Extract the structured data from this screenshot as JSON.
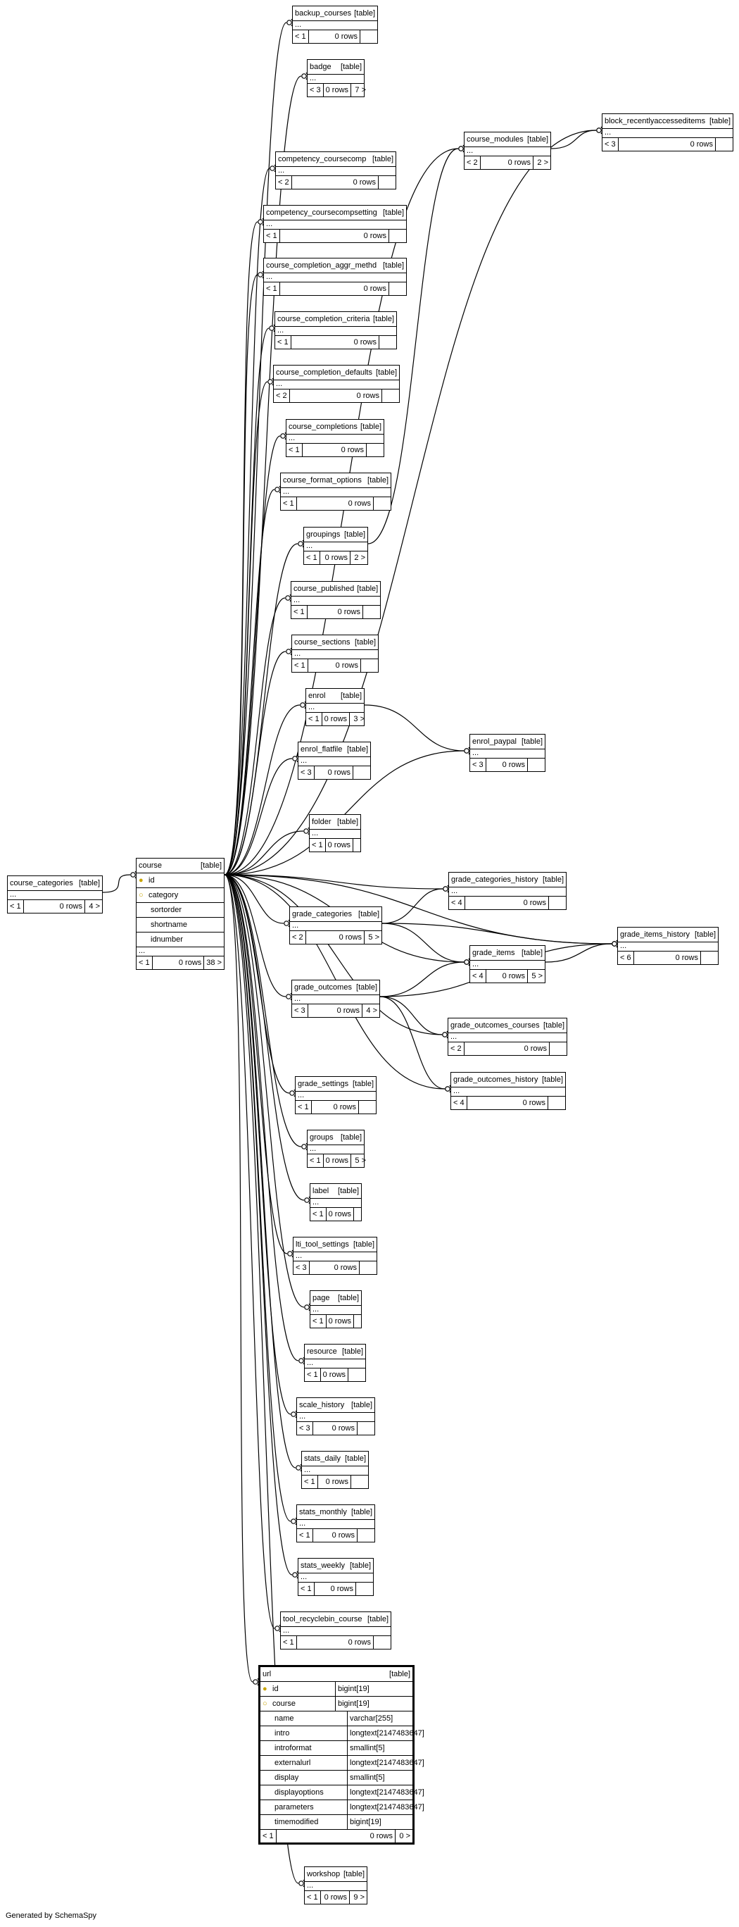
{
  "diagram": {
    "type_label": "[table]",
    "ellipsis": "...",
    "generated_by": "Generated by SchemaSpy",
    "tables": {
      "backup_courses": {
        "name": "backup_courses",
        "parents": "< 1",
        "rows": "0 rows",
        "children": ""
      },
      "badge": {
        "name": "badge",
        "parents": "< 3",
        "rows": "0 rows",
        "children": "7 >"
      },
      "block_recentlyaccesseditems": {
        "name": "block_recentlyaccesseditems",
        "parents": "< 3",
        "rows": "0 rows",
        "children": ""
      },
      "course_modules": {
        "name": "course_modules",
        "parents": "< 2",
        "rows": "0 rows",
        "children": "2 >"
      },
      "competency_coursecomp": {
        "name": "competency_coursecomp",
        "parents": "< 2",
        "rows": "0 rows",
        "children": ""
      },
      "competency_coursecompsetting": {
        "name": "competency_coursecompsetting",
        "parents": "< 1",
        "rows": "0 rows",
        "children": ""
      },
      "course_completion_aggr_methd": {
        "name": "course_completion_aggr_methd",
        "parents": "< 1",
        "rows": "0 rows",
        "children": ""
      },
      "course_completion_criteria": {
        "name": "course_completion_criteria",
        "parents": "< 1",
        "rows": "0 rows",
        "children": ""
      },
      "course_completion_defaults": {
        "name": "course_completion_defaults",
        "parents": "< 2",
        "rows": "0 rows",
        "children": ""
      },
      "course_completions": {
        "name": "course_completions",
        "parents": "< 1",
        "rows": "0 rows",
        "children": ""
      },
      "course_format_options": {
        "name": "course_format_options",
        "parents": "< 1",
        "rows": "0 rows",
        "children": ""
      },
      "groupings": {
        "name": "groupings",
        "parents": "< 1",
        "rows": "0 rows",
        "children": "2 >"
      },
      "course_published": {
        "name": "course_published",
        "parents": "< 1",
        "rows": "0 rows",
        "children": ""
      },
      "course_sections": {
        "name": "course_sections",
        "parents": "< 1",
        "rows": "0 rows",
        "children": ""
      },
      "enrol": {
        "name": "enrol",
        "parents": "< 1",
        "rows": "0 rows",
        "children": "3 >"
      },
      "enrol_flatfile": {
        "name": "enrol_flatfile",
        "parents": "< 3",
        "rows": "0 rows",
        "children": ""
      },
      "enrol_paypal": {
        "name": "enrol_paypal",
        "parents": "< 3",
        "rows": "0 rows",
        "children": ""
      },
      "folder": {
        "name": "folder",
        "parents": "< 1",
        "rows": "0 rows",
        "children": ""
      },
      "course_categories": {
        "name": "course_categories",
        "parents": "< 1",
        "rows": "0 rows",
        "children": "4 >"
      },
      "course": {
        "name": "course",
        "parents": "< 1",
        "rows": "0 rows",
        "children": "38 >",
        "columns": [
          "id",
          "category",
          "sortorder",
          "shortname",
          "idnumber"
        ]
      },
      "grade_categories_history": {
        "name": "grade_categories_history",
        "parents": "< 4",
        "rows": "0 rows",
        "children": ""
      },
      "grade_categories": {
        "name": "grade_categories",
        "parents": "< 2",
        "rows": "0 rows",
        "children": "5 >"
      },
      "grade_items_history": {
        "name": "grade_items_history",
        "parents": "< 6",
        "rows": "0 rows",
        "children": ""
      },
      "grade_items": {
        "name": "grade_items",
        "parents": "< 4",
        "rows": "0 rows",
        "children": "5 >"
      },
      "grade_outcomes": {
        "name": "grade_outcomes",
        "parents": "< 3",
        "rows": "0 rows",
        "children": "4 >"
      },
      "grade_outcomes_courses": {
        "name": "grade_outcomes_courses",
        "parents": "< 2",
        "rows": "0 rows",
        "children": ""
      },
      "grade_outcomes_history": {
        "name": "grade_outcomes_history",
        "parents": "< 4",
        "rows": "0 rows",
        "children": ""
      },
      "grade_settings": {
        "name": "grade_settings",
        "parents": "< 1",
        "rows": "0 rows",
        "children": ""
      },
      "groups": {
        "name": "groups",
        "parents": "< 1",
        "rows": "0 rows",
        "children": "5 >"
      },
      "label": {
        "name": "label",
        "parents": "< 1",
        "rows": "0 rows",
        "children": ""
      },
      "lti_tool_settings": {
        "name": "lti_tool_settings",
        "parents": "< 3",
        "rows": "0 rows",
        "children": ""
      },
      "page": {
        "name": "page",
        "parents": "< 1",
        "rows": "0 rows",
        "children": ""
      },
      "resource": {
        "name": "resource",
        "parents": "< 1",
        "rows": "0 rows",
        "children": ""
      },
      "scale_history": {
        "name": "scale_history",
        "parents": "< 3",
        "rows": "0 rows",
        "children": ""
      },
      "stats_daily": {
        "name": "stats_daily",
        "parents": "< 1",
        "rows": "0 rows",
        "children": ""
      },
      "stats_monthly": {
        "name": "stats_monthly",
        "parents": "< 1",
        "rows": "0 rows",
        "children": ""
      },
      "stats_weekly": {
        "name": "stats_weekly",
        "parents": "< 1",
        "rows": "0 rows",
        "children": ""
      },
      "tool_recyclebin_course": {
        "name": "tool_recyclebin_course",
        "parents": "< 1",
        "rows": "0 rows",
        "children": ""
      },
      "url": {
        "name": "url",
        "parents": "< 1",
        "rows": "0 rows",
        "children": "0 >",
        "columns": [
          {
            "name": "id",
            "type": "bigint[19]"
          },
          {
            "name": "course",
            "type": "bigint[19]"
          },
          {
            "name": "name",
            "type": "varchar[255]"
          },
          {
            "name": "intro",
            "type": "longtext[2147483647]"
          },
          {
            "name": "introformat",
            "type": "smallint[5]"
          },
          {
            "name": "externalurl",
            "type": "longtext[2147483647]"
          },
          {
            "name": "display",
            "type": "smallint[5]"
          },
          {
            "name": "displayoptions",
            "type": "longtext[2147483647]"
          },
          {
            "name": "parameters",
            "type": "longtext[2147483647]"
          },
          {
            "name": "timemodified",
            "type": "bigint[19]"
          }
        ]
      },
      "workshop": {
        "name": "workshop",
        "parents": "< 1",
        "rows": "0 rows",
        "children": "9 >"
      }
    },
    "colors": {
      "line": "#000000",
      "key_icon": "#c9a400",
      "background": "#ffffff"
    }
  }
}
